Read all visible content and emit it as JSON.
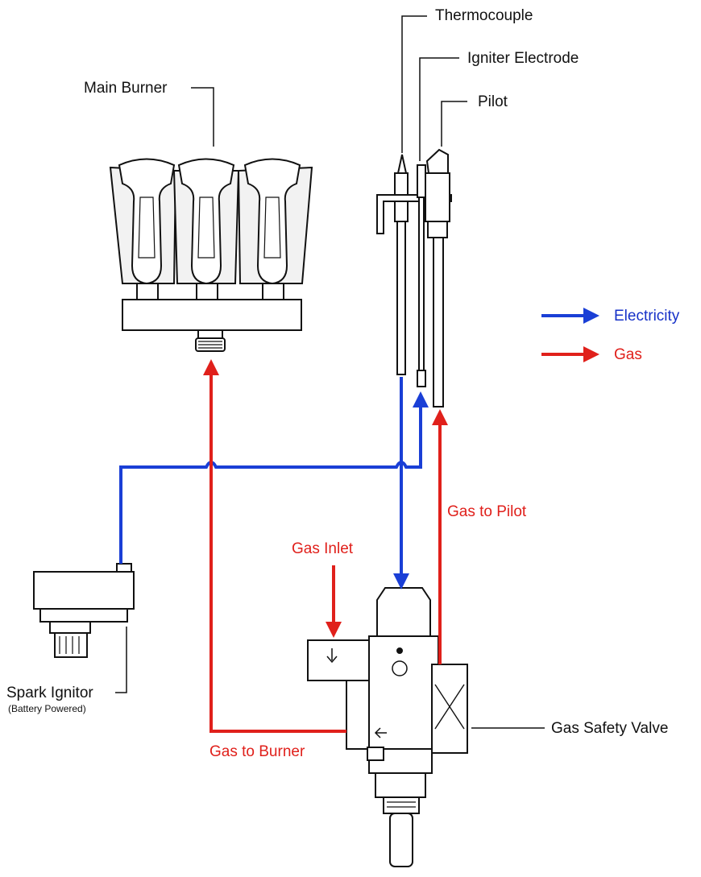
{
  "labels": {
    "thermocouple": "Thermocouple",
    "igniter_electrode": "Igniter Electrode",
    "pilot": "Pilot",
    "main_burner": "Main Burner",
    "spark_ignitor": "Spark Ignitor",
    "spark_ignitor_sub": "(Battery Powered)",
    "gas_safety_valve": "Gas Safety Valve"
  },
  "flow_labels": {
    "gas_inlet": "Gas Inlet",
    "gas_to_pilot": "Gas to Pilot",
    "gas_to_burner": "Gas to Burner"
  },
  "legend": {
    "electricity": "Electricity",
    "gas": "Gas"
  },
  "colors": {
    "electricity": "#1a3fd6",
    "gas": "#e0201b",
    "outline": "#111111"
  },
  "icons": {
    "burner": "main-burner-icon",
    "pilot_assembly": "pilot-assembly-icon",
    "ignitor": "spark-ignitor-icon",
    "valve": "gas-safety-valve-icon"
  }
}
